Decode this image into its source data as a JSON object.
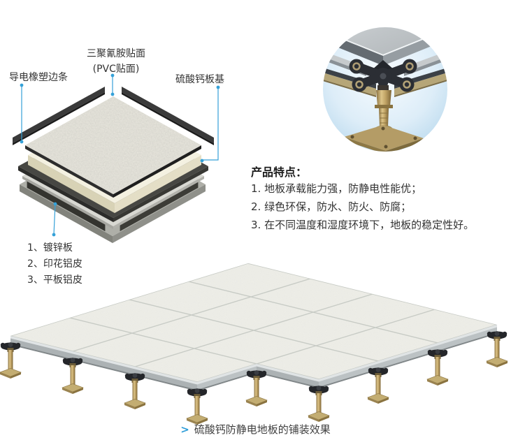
{
  "diagram": {
    "label_top_line1": "三聚氰胺贴面",
    "label_top_line2": "(PVC贴面)",
    "label_left": "导电橡塑边条",
    "label_right": "硫酸钙板基",
    "layers": [
      "1、镀锌板",
      "2、印花铝皮",
      "3、平板铝皮"
    ]
  },
  "features": {
    "title": "产品特点：",
    "items": [
      "1. 地板承载能力强，防静电性能优；",
      "2. 绿色环保，防水、防火、防腐；",
      "3. 在不同温度和湿度环境下，地板的稳定性好。"
    ]
  },
  "caption": {
    "arrow": ">",
    "text": "硫酸钙防静电地板的铺装效果"
  },
  "colors": {
    "leader_blue": "#35a1d8",
    "text_dark": "#333333",
    "caption_arrow": "#2b9cd8"
  }
}
